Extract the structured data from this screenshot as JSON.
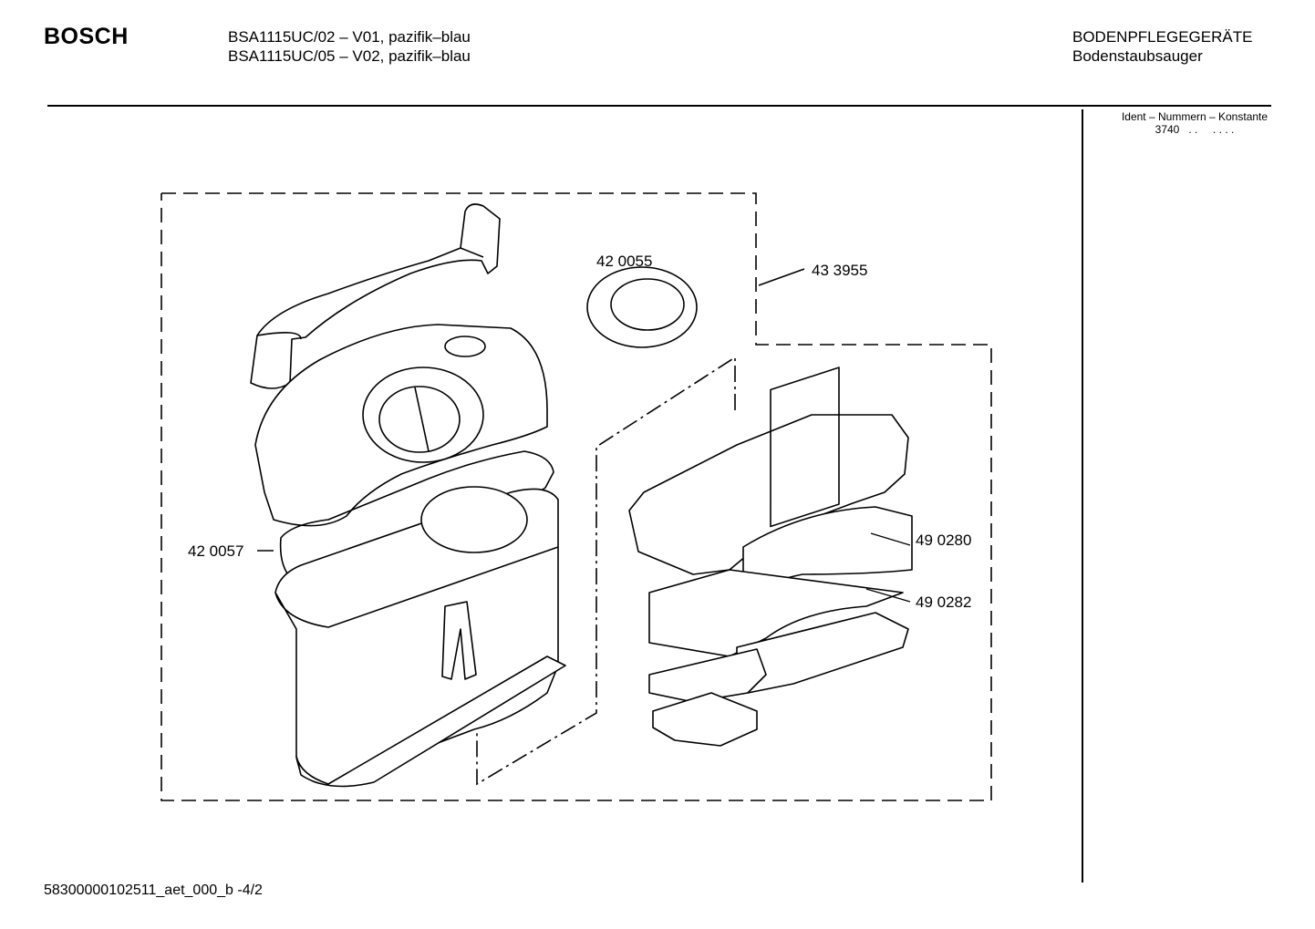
{
  "header": {
    "brand": "BOSCH",
    "model_lines": [
      "BSA1115UC/02 – V01, pazifik–blau",
      "BSA1115UC/05 – V02, pazifik–blau"
    ],
    "category": "BODENPFLEGEGERÄTE",
    "subcategory": "Bodenstaubsauger"
  },
  "sidebar": {
    "ident_title": "Ident – Nummern – Konstante",
    "ident_value": "3740   . .     . . . ."
  },
  "parts": {
    "assembly": "43 3955",
    "seal": "42 0055",
    "gasket": "42 0057",
    "filter_upper": "49 0280",
    "filter_lower": "49 0282"
  },
  "footer": {
    "doc_id": "58300000102511_aet_000_b -4/2"
  }
}
